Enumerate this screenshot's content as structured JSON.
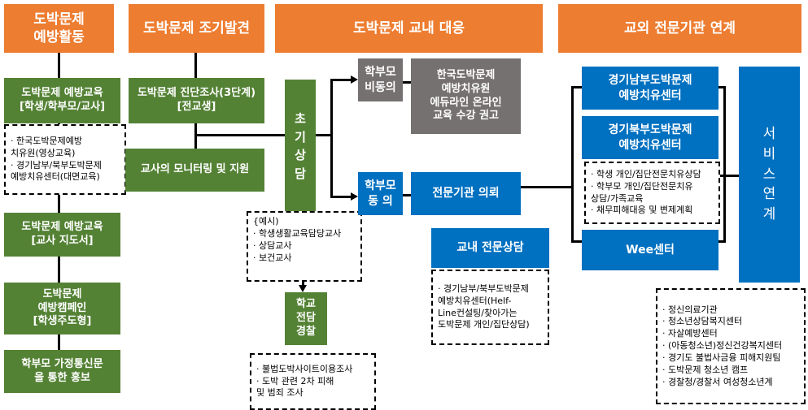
{
  "headers": {
    "prevention": "도박문제\n예방활동",
    "early_detection": "도박문제 조기발견",
    "school_response": "도박문제 교내 대응",
    "external": "교외 전문기관 연계"
  },
  "prevention": {
    "education": "도박문제 예방교육\n[학생/학부모/교사]",
    "education_notes": [
      "· 한국도박문제예방\n  치유원(영상교육)",
      "· 경기남부/북부도박문제\n예방치유센터(대면교육)"
    ],
    "teacher_guide": "도박문제 예방교육\n[교사 지도서]",
    "campaign": "도박문제\n예방캠페인\n[학생주도형]",
    "newsletter": "학부모 가정통신문\n을 통한 홍보"
  },
  "detection": {
    "survey": "도박문제 진단조사(3단계)\n[전교생]",
    "monitoring": "교사의 모니터링 및 지원"
  },
  "response": {
    "initial_counseling": "초\n기\n상\n담",
    "example_notes": [
      "{예시)",
      "· 학생생활교육담당교사",
      "· 상담교사",
      "· 보건교사"
    ],
    "school_police": "학교\n전담\n경찰",
    "police_notes": [
      "· 불법도박사이트이용조사",
      "· 도박 관련 2차 피해\n  및 범죄 조사"
    ],
    "parent_disagree": "학부모\n비동의",
    "online_edu": "한국도박문제\n예방치유원\n에듀라인 온라인\n교육 수강 권고",
    "parent_agree": "학부모\n동  의",
    "referral": "전문기관 의뢰",
    "school_counseling": "교내 전문상담",
    "school_counseling_notes": [
      "· 경기남부/북부도박문제\n  예방치유센터(Helf-\n  Line컨설팅/찾아가는\n  도박문제 개인/집단상담)"
    ]
  },
  "external": {
    "south_center": "경기남부도박문제\n예방치유센터",
    "north_center": "경기북부도박문제\n예방치유센터",
    "center_notes": [
      "· 학생 개인/집단전문치유상담",
      "· 학부모 개인/집단전문치유\n  상담/가족교육",
      "· 채무피해대응 및 변제계획"
    ],
    "wee_center": "Wee센터",
    "service_link": "서\n비\n스\n연\n계",
    "service_notes": [
      "· 정신의료기관",
      "· 청소년상담복지센터",
      "· 자살예방센터",
      "· (아동청소년)정신건강복지센터",
      "· 경기도 불법사금융 피해지원팀",
      "· 도박문제 청소년 캠프",
      "· 경찰청/경찰서 여성청소년계"
    ]
  },
  "colors": {
    "header": "#ED7D31",
    "green": "#548235",
    "gray": "#767171",
    "blue": "#0070C0"
  }
}
